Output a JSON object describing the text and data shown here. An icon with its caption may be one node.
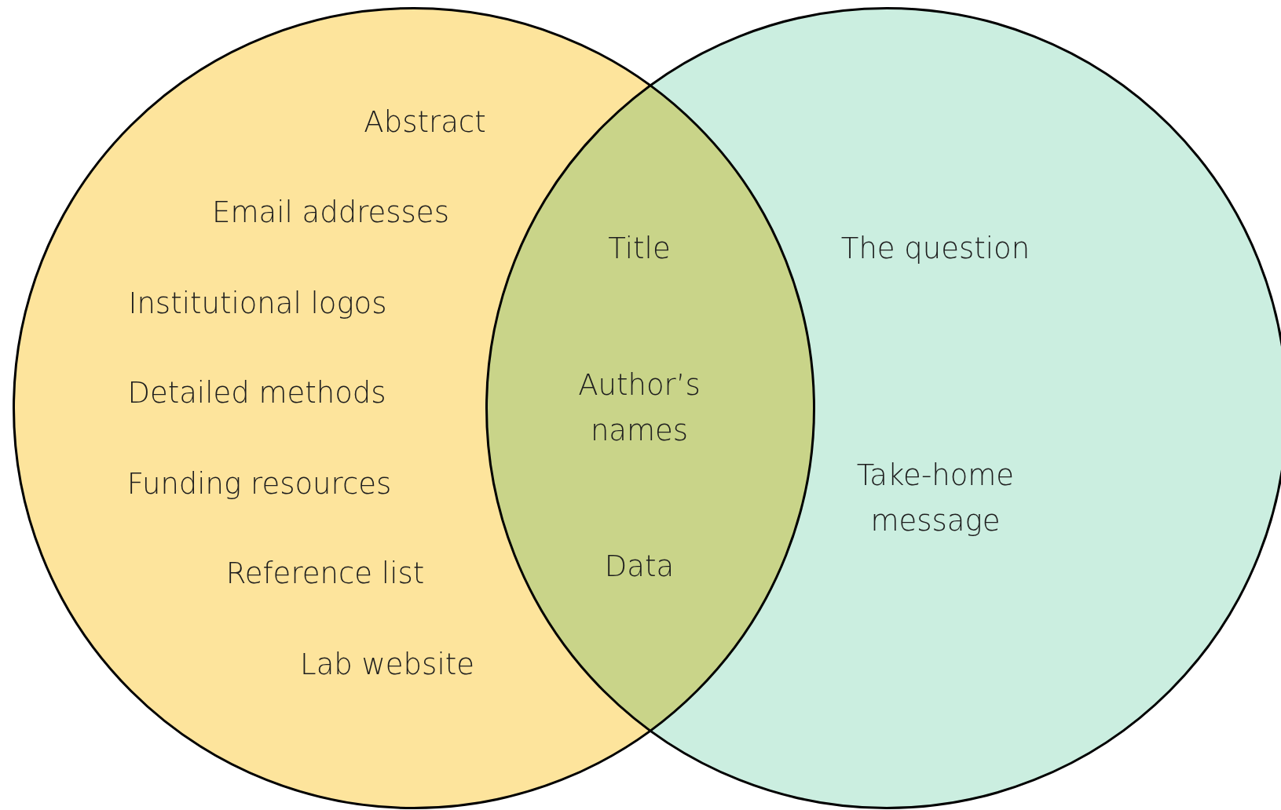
{
  "diagram": {
    "nodes": [
      {
        "text": [],
        "shape": "circle"
      },
      {
        "text": [],
        "shape": "circle"
      }
    ],
    "labels": [
      "Abstract",
      "Email addresses",
      "Institutional logos",
      "Detailed methods",
      "Funding resources",
      "Reference list",
      "Lab website",
      "Title",
      "Author’s names",
      "Data",
      "The question",
      "Take-home message"
    ]
  }
}
